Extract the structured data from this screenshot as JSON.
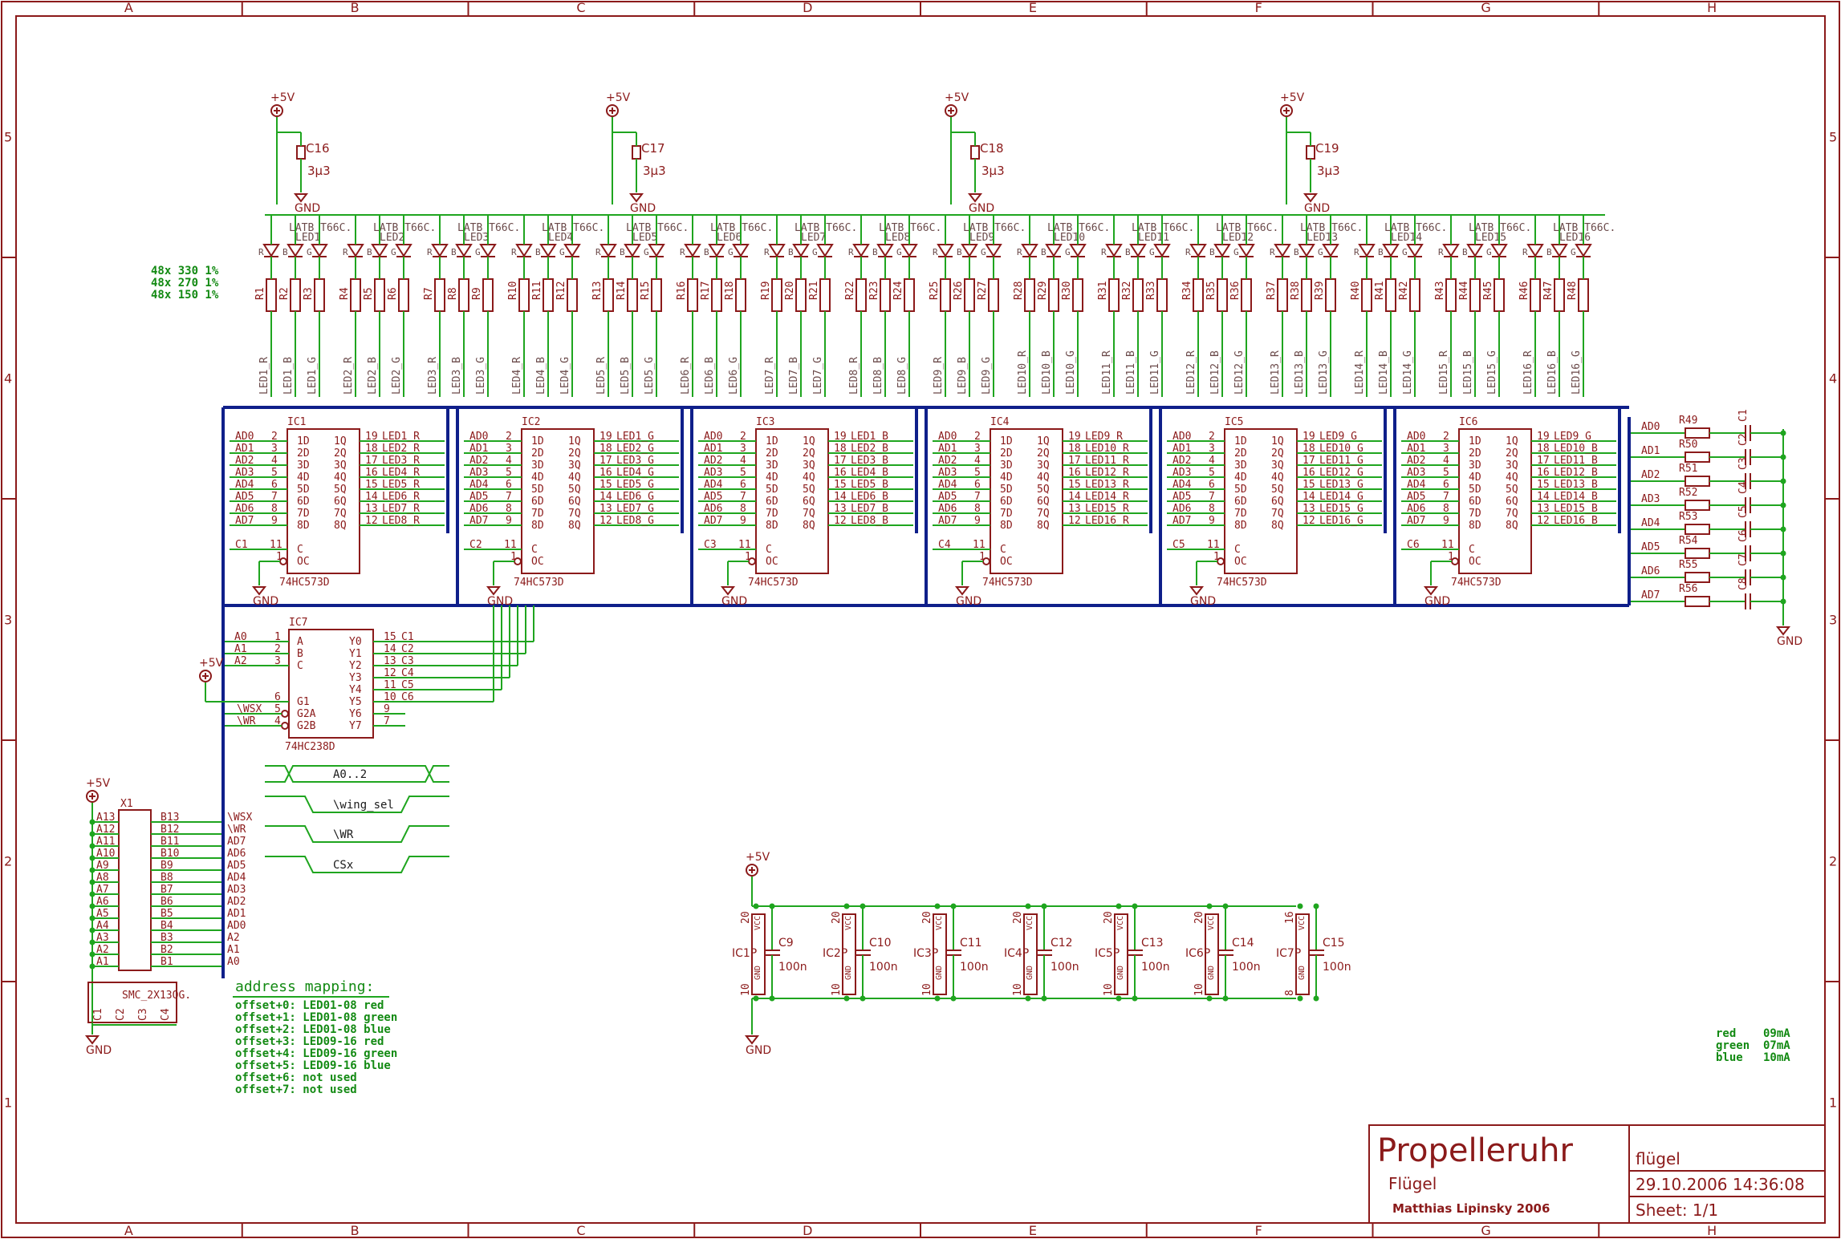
{
  "frame": {
    "columns": [
      "A",
      "B",
      "C",
      "D",
      "E",
      "F",
      "G",
      "H"
    ],
    "rows": [
      "5",
      "4",
      "3",
      "2",
      "1"
    ]
  },
  "title_block": {
    "project": "Propelleruhr",
    "subtitle": "Flügel",
    "author": "Matthias Lipinsky 2006",
    "filename": "flügel",
    "datetime": "29.10.2006 14:36:08",
    "sheet": "Sheet: 1/1"
  },
  "resistor_note": [
    "48x 330 1%",
    "48x 270 1%",
    "48x 150 1%"
  ],
  "current_note": [
    "red    09mA",
    "green  07mA",
    "blue   10mA"
  ],
  "supply": {
    "vcc": "+5V",
    "gnd": "GND"
  },
  "capacitors_top": [
    {
      "ref": "C16",
      "value": "3µ3"
    },
    {
      "ref": "C17",
      "value": "3µ3"
    },
    {
      "ref": "C18",
      "value": "3µ3"
    },
    {
      "ref": "C19",
      "value": "3µ3"
    }
  ],
  "led_part": "LATB_T66C.",
  "leds": [
    "LED1",
    "LED2",
    "LED3",
    "LED4",
    "LED5",
    "LED6",
    "LED7",
    "LED8",
    "LED9",
    "LED10",
    "LED11",
    "LED12",
    "LED13",
    "LED14",
    "LED15",
    "LED16"
  ],
  "led_pins": [
    "R",
    "B",
    "G"
  ],
  "resistors": [
    "R1",
    "R2",
    "R3",
    "R4",
    "R5",
    "R6",
    "R7",
    "R8",
    "R9",
    "R10",
    "R11",
    "R12",
    "R13",
    "R14",
    "R15",
    "R16",
    "R17",
    "R18",
    "R19",
    "R20",
    "R21",
    "R22",
    "R23",
    "R24",
    "R25",
    "R26",
    "R27",
    "R28",
    "R29",
    "R30",
    "R31",
    "R32",
    "R33",
    "R34",
    "R35",
    "R36",
    "R37",
    "R38",
    "R39",
    "R40",
    "R41",
    "R42",
    "R43",
    "R44",
    "R45",
    "R46",
    "R47",
    "R48"
  ],
  "latches": [
    {
      "ref": "IC1",
      "cs": "C1",
      "outs": [
        "LED1_R",
        "LED2_R",
        "LED3_R",
        "LED4_R",
        "LED5_R",
        "LED6_R",
        "LED7_R",
        "LED8_R"
      ]
    },
    {
      "ref": "IC2",
      "cs": "C2",
      "outs": [
        "LED1_G",
        "LED2_G",
        "LED3_G",
        "LED4_G",
        "LED5_G",
        "LED6_G",
        "LED7_G",
        "LED8_G"
      ]
    },
    {
      "ref": "IC3",
      "cs": "C3",
      "outs": [
        "LED1_B",
        "LED2_B",
        "LED3_B",
        "LED4_B",
        "LED5_B",
        "LED6_B",
        "LED7_B",
        "LED8_B"
      ]
    },
    {
      "ref": "IC4",
      "cs": "C4",
      "outs": [
        "LED9_R",
        "LED10_R",
        "LED11_R",
        "LED12_R",
        "LED13_R",
        "LED14_R",
        "LED15_R",
        "LED16_R"
      ]
    },
    {
      "ref": "IC5",
      "cs": "C5",
      "outs": [
        "LED9_G",
        "LED10_G",
        "LED11_G",
        "LED12_G",
        "LED13_G",
        "LED14_G",
        "LED15_G",
        "LED16_G"
      ]
    },
    {
      "ref": "IC6",
      "cs": "C6",
      "outs": [
        "LED9_G",
        "LED10_B",
        "LED11_B",
        "LED12_B",
        "LED13_B",
        "LED14_B",
        "LED15_B",
        "LED16_B"
      ]
    }
  ],
  "latch_part": "74HC573D",
  "latch_in_pins": [
    "2",
    "3",
    "4",
    "5",
    "6",
    "7",
    "8",
    "9"
  ],
  "latch_out_pins": [
    "19",
    "18",
    "17",
    "16",
    "15",
    "14",
    "13",
    "12"
  ],
  "latch_inner_in": [
    "1D",
    "2D",
    "3D",
    "4D",
    "5D",
    "6D",
    "7D",
    "8D"
  ],
  "latch_inner_out": [
    "1Q",
    "2Q",
    "3Q",
    "4Q",
    "5Q",
    "6Q",
    "7Q",
    "8Q"
  ],
  "address_lines": [
    "AD0",
    "AD1",
    "AD2",
    "AD3",
    "AD4",
    "AD5",
    "AD6",
    "AD7"
  ],
  "latch_ctrl": {
    "c_pin": "11",
    "oc_pin": "1",
    "c_label": "C",
    "oc_label": "OC"
  },
  "decoder": {
    "ref": "IC7",
    "part": "74HC238D",
    "inputs": [
      {
        "net": "A0",
        "pin": "1",
        "name": "A"
      },
      {
        "net": "A1",
        "pin": "2",
        "name": "B"
      },
      {
        "net": "A2",
        "pin": "3",
        "name": "C"
      }
    ],
    "enables": [
      {
        "net": "",
        "pin": "6",
        "name": "G1"
      },
      {
        "net": "\\WSX",
        "pin": "5",
        "name": "G2A"
      },
      {
        "net": "\\WR",
        "pin": "4",
        "name": "G2B"
      }
    ],
    "outputs": [
      {
        "name": "Y0",
        "pin": "15",
        "net": "C1"
      },
      {
        "name": "Y1",
        "pin": "14",
        "net": "C2"
      },
      {
        "name": "Y2",
        "pin": "13",
        "net": "C3"
      },
      {
        "name": "Y3",
        "pin": "12",
        "net": "C4"
      },
      {
        "name": "Y4",
        "pin": "11",
        "net": "C5"
      },
      {
        "name": "Y5",
        "pin": "10",
        "net": "C6"
      },
      {
        "name": "Y6",
        "pin": "9",
        "net": ""
      },
      {
        "name": "Y7",
        "pin": "7",
        "net": ""
      }
    ]
  },
  "timing": [
    "A0..2",
    "\\wing_sel",
    "\\WR",
    "CSx"
  ],
  "connector": {
    "ref": "X1",
    "part": "SMC_2X13QG.",
    "left": [
      "A13",
      "A12",
      "A11",
      "A10",
      "A9",
      "A8",
      "A7",
      "A6",
      "A5",
      "A4",
      "A3",
      "A2",
      "A1"
    ],
    "right": [
      "B13",
      "B12",
      "B11",
      "B10",
      "B9",
      "B8",
      "B7",
      "B6",
      "B5",
      "B4",
      "B3",
      "B2",
      "B1"
    ],
    "nets": [
      "\\WSX",
      "\\WR",
      "AD7",
      "AD6",
      "AD5",
      "AD4",
      "AD3",
      "AD2",
      "AD1",
      "AD0",
      "A2",
      "A1",
      "A0"
    ],
    "bottom": [
      "C1",
      "C2",
      "C3",
      "C4"
    ]
  },
  "address_mapping": {
    "title": "address mapping:",
    "rows": [
      "offset+0: LED01-08 red",
      "offset+1: LED01-08 green",
      "offset+2: LED01-08 blue",
      "offset+3: LED09-16 red",
      "offset+4: LED09-16 green",
      "offset+5: LED09-16 blue",
      "offset+6: not used",
      "offset+7: not used"
    ]
  },
  "rc_filter": {
    "resistors": [
      "R49",
      "R50",
      "R51",
      "R52",
      "R53",
      "R54",
      "R55",
      "R56"
    ],
    "caps": [
      "C1",
      "C2",
      "C3",
      "C4",
      "C5",
      "C6",
      "C7",
      "C8"
    ]
  },
  "decoupling": [
    {
      "ic": "IC1P",
      "cap": "C9",
      "value": "100n",
      "vcc_pin": "20",
      "gnd_pin": "10"
    },
    {
      "ic": "IC2P",
      "cap": "C10",
      "value": "100n",
      "vcc_pin": "20",
      "gnd_pin": "10"
    },
    {
      "ic": "IC3P",
      "cap": "C11",
      "value": "100n",
      "vcc_pin": "20",
      "gnd_pin": "10"
    },
    {
      "ic": "IC4P",
      "cap": "C12",
      "value": "100n",
      "vcc_pin": "20",
      "gnd_pin": "10"
    },
    {
      "ic": "IC5P",
      "cap": "C13",
      "value": "100n",
      "vcc_pin": "20",
      "gnd_pin": "10"
    },
    {
      "ic": "IC6P",
      "cap": "C14",
      "value": "100n",
      "vcc_pin": "20",
      "gnd_pin": "10"
    },
    {
      "ic": "IC7P",
      "cap": "C15",
      "value": "100n",
      "vcc_pin": "16",
      "gnd_pin": "8"
    }
  ],
  "pin_names": {
    "vcc": "VCC",
    "gnd": "GND"
  },
  "colors": {
    "frame": "#8b1a1a",
    "wire": "#1fa51f",
    "bus": "#0f1f8a",
    "note": "#138a13"
  }
}
